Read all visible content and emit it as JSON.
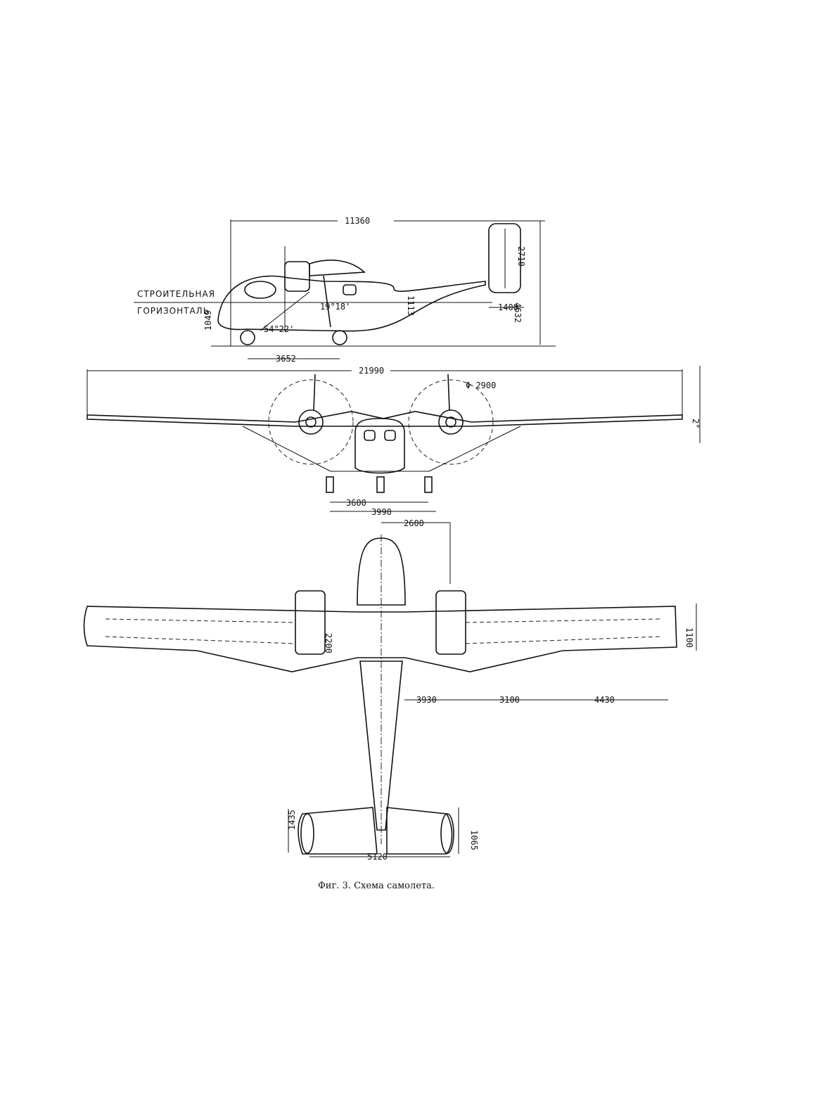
{
  "side_view": {
    "overall_length": "11360",
    "tail_height": "2710",
    "total_height": "4632",
    "fin_dim": "1113",
    "stab_chord": "1400",
    "nose_height": "1049",
    "angle_upper": "19°18'",
    "angle_lower": "54°22'",
    "wheel_base": "3652",
    "ref_line_label_1": "СТРОИТЕЛЬНАЯ",
    "ref_line_label_2": "ГОРИЗОНТАЛЬ"
  },
  "front_view": {
    "span": "21990",
    "prop_diameter": "Φ 2900",
    "dihedral": "2°",
    "track_inner": "3600",
    "track_outer": "3990"
  },
  "top_view": {
    "engine_spacing": "2600",
    "center_chord": "2200",
    "tip_chord": "1100",
    "dim_inner": "3930",
    "dim_mid": "3100",
    "dim_outer": "4430",
    "stab_root": "1435",
    "stab_tip": "1065",
    "stab_span": "5120"
  },
  "caption": "Фиг. 3. Схема самолета."
}
